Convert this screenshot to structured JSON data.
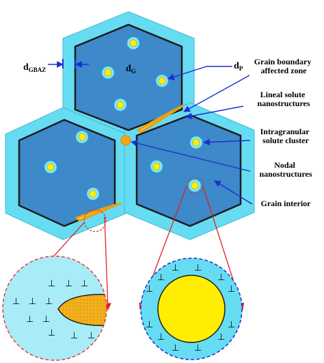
{
  "labels": {
    "d_gbaz": {
      "main": "d",
      "sub": "GBAZ"
    },
    "d_g": {
      "main": "d",
      "sub": "G"
    },
    "d_p": {
      "main": "d",
      "sub": "P"
    },
    "grain_boundary": [
      "Grain boundary",
      "affected zone"
    ],
    "lineal_solute": [
      "Lineal solute",
      "nanostructures"
    ],
    "intragranular": [
      "Intragranular",
      "solute cluster"
    ],
    "nodal": [
      "Nodal",
      "nanostructures"
    ],
    "grain_interior": "Grain interior"
  },
  "dislocation_symbol": "⊥",
  "colors": {
    "gbaz": "#66dcf2",
    "grain": "#3d89c9",
    "grain_outline": "#1c1c1c",
    "particle_core": "#ffee00",
    "particle_halo": "#7ee8f6",
    "lineal": "#f2b01e",
    "nodal": "#f4a712",
    "arrow_blue": "#1b2fd0",
    "arrow_red": "#e02020",
    "zoom_left_border": "#e03030",
    "zoom_right_border": "#2035d0"
  }
}
